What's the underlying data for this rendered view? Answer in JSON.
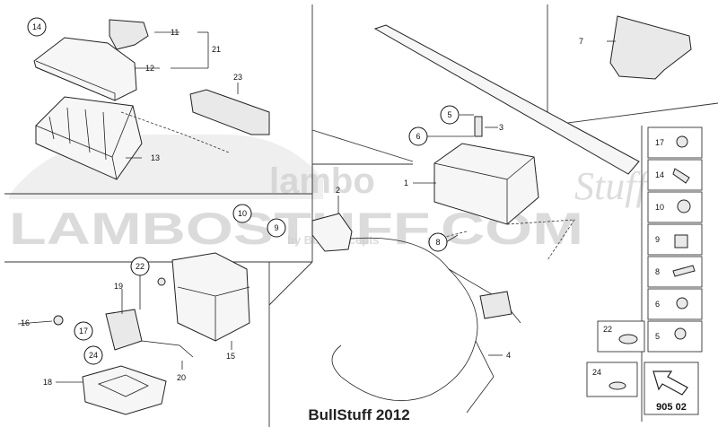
{
  "watermark": {
    "main": "LAMBOSTUFF.COM",
    "top": "lambo",
    "script": "Stuff",
    "sub": "by BullConcepts"
  },
  "footer": "BullStuff 2012",
  "diagram_code": "905 02",
  "callouts": {
    "p1": "1",
    "p2": "2",
    "p3": "3",
    "p4": "4",
    "p5": "5",
    "p6": "6",
    "p7": "7",
    "p8": "8",
    "p9": "9",
    "p10": "10",
    "p11": "11",
    "p12": "12",
    "p13": "13",
    "p14": "14",
    "p15": "15",
    "p16": "16",
    "p17": "17",
    "p18": "18",
    "p19": "19",
    "p20": "20",
    "p21": "21",
    "p22": "22",
    "p23": "23",
    "p24": "24"
  },
  "legend": {
    "items": [
      "17",
      "14",
      "10",
      "9",
      "8",
      "6",
      "5",
      "22",
      "24"
    ]
  }
}
